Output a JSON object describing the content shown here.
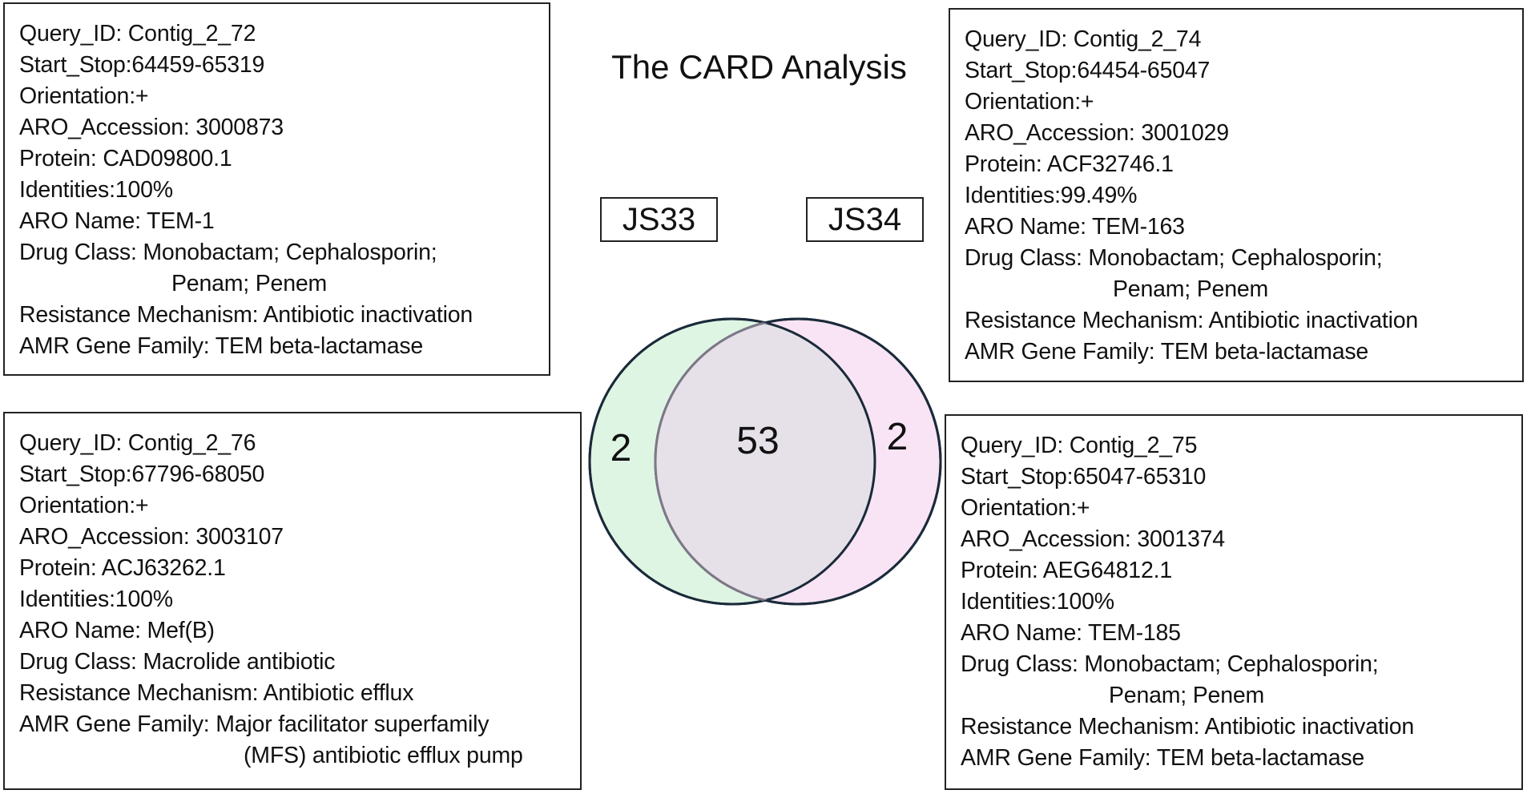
{
  "title": "The CARD Analysis",
  "venn": {
    "set_a_label": "JS33",
    "set_b_label": "JS34",
    "only_a": "2",
    "shared": "53",
    "only_b": "2",
    "colors": {
      "set_a_fill": "#dff5e3",
      "set_b_fill": "#f8e4f4",
      "overlap_fill": "#e6e1e8",
      "set_a_stroke": "#1a2a3a",
      "set_b_stroke": "#1a2a3a",
      "overlap_stroke": "#7d7888"
    }
  },
  "boxes": {
    "top_left": {
      "lines": [
        "Query_ID: Contig_2_72",
        "Start_Stop:64459-65319",
        "Orientation:+",
        "ARO_Accession: 3000873",
        "Protein: CAD09800.1",
        "Identities:100%",
        "ARO Name: TEM-1",
        "Drug Class: Monobactam; Cephalosporin;",
        "Penam; Penem",
        "Resistance Mechanism: Antibiotic inactivation",
        "AMR Gene Family: TEM beta-lactamase"
      ]
    },
    "top_right": {
      "lines": [
        "Query_ID: Contig_2_74",
        "Start_Stop:64454-65047",
        "Orientation:+",
        "ARO_Accession: 3001029",
        "Protein: ACF32746.1",
        "Identities:99.49%",
        "ARO Name: TEM-163",
        "Drug Class: Monobactam; Cephalosporin;",
        "Penam; Penem",
        "Resistance Mechanism: Antibiotic inactivation",
        "AMR Gene Family: TEM beta-lactamase"
      ]
    },
    "bottom_left": {
      "lines": [
        "Query_ID: Contig_2_76",
        "Start_Stop:67796-68050",
        "Orientation:+",
        "ARO_Accession: 3003107",
        "Protein: ACJ63262.1",
        "Identities:100%",
        "ARO Name: Mef(B)",
        "Drug Class: Macrolide antibiotic",
        "Resistance Mechanism: Antibiotic efflux",
        "AMR Gene Family: Major facilitator superfamily",
        "(MFS) antibiotic efflux pump"
      ]
    },
    "bottom_right": {
      "lines": [
        "Query_ID: Contig_2_75",
        "Start_Stop:65047-65310",
        "Orientation:+",
        "ARO_Accession: 3001374",
        "Protein: AEG64812.1",
        "Identities:100%",
        "ARO Name: TEM-185",
        "Drug Class: Monobactam; Cephalosporin;",
        "Penam; Penem",
        "Resistance Mechanism: Antibiotic inactivation",
        "AMR Gene Family: TEM beta-lactamase"
      ]
    }
  }
}
